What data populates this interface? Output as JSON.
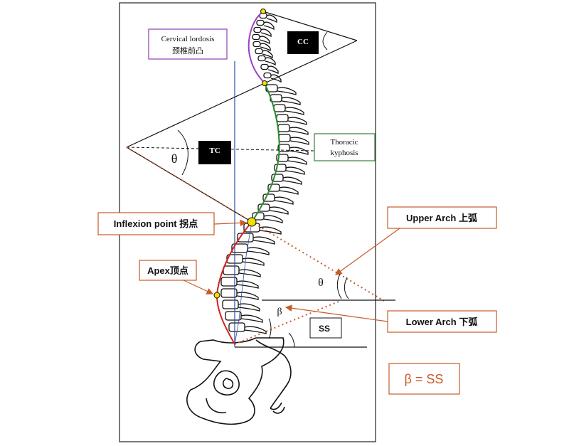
{
  "labels": {
    "cervical_en": "Cervical lordosis",
    "cervical_zh": "颈椎前凸",
    "cc": "CC",
    "tc": "TC",
    "thoracic_line1": "Thoracic",
    "thoracic_line2": "kyphosis",
    "theta_left": "θ",
    "theta_right": "θ",
    "beta": "β",
    "ss": "SS",
    "inflexion": "Inflexion point 拐点",
    "apex": "Apex顶点",
    "upper_arch": "Upper Arch 上弧",
    "lower_arch": "Lower Arch 下弧",
    "beta_eq": "β = SS"
  },
  "colors": {
    "cervical_curve": "#9b3fc6",
    "thoracic_curve": "#2e8b2e",
    "lumbar_curve": "#d42020",
    "vertical_axis": "#2d4f9e",
    "dotted_lines": "#c85a28",
    "arrows": "#c85a28",
    "callout_border": "#c85a28",
    "cervical_border": "#8b3fae",
    "thoracic_border": "#3b7d3b",
    "equation_text": "#c85a28",
    "marker_fill": "#f2e000",
    "label_box_fill": "#000000",
    "label_box_text": "#ffffff"
  },
  "icons": {
    "points": "yellow-circle-marker",
    "vertebra": "vertebra-outline",
    "pelvis": "pelvis-outline"
  }
}
